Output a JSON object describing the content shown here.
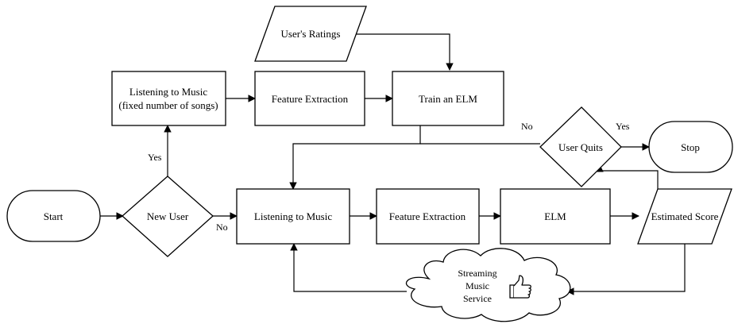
{
  "nodes": {
    "start": "Start",
    "new_user": "New User",
    "listening_fixed_line1": "Listening to Music",
    "listening_fixed_line2": "(fixed number of songs)",
    "feature_extraction_top": "Feature Extraction",
    "train_elm": "Train an ELM",
    "users_ratings": "User's Ratings",
    "user_quits": "User Quits",
    "stop": "Stop",
    "listening": "Listening to Music",
    "feature_extraction_bottom": "Feature Extraction",
    "elm": "ELM",
    "estimated_score": "Estimated Score",
    "streaming_line1": "Streaming",
    "streaming_line2": "Music",
    "streaming_line3": "Service"
  },
  "edge_labels": {
    "new_user_yes": "Yes",
    "new_user_no": "No",
    "quits_no": "No",
    "quits_yes": "Yes"
  },
  "icons": {
    "cloud_icon": "thumbs-up-icon"
  }
}
